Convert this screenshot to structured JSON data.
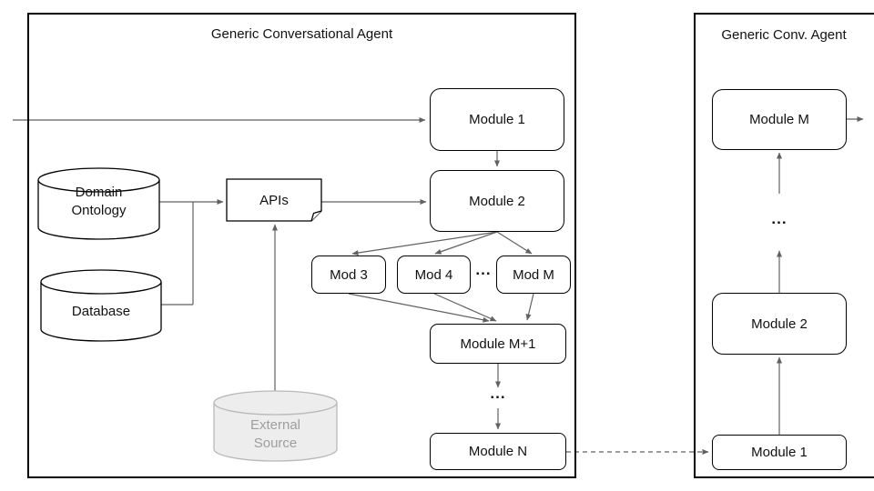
{
  "colors": {
    "connector": "#616161",
    "node_border": "#000000",
    "external_fill": "#ededed",
    "external_stroke": "#b9b9b9",
    "external_text": "#9e9e9e"
  },
  "left_panel": {
    "title": "Generic Conversational Agent",
    "module1": "Module 1",
    "module2": "Module 2",
    "mod3": "Mod 3",
    "mod4": "Mod 4",
    "modM": "Mod M",
    "row_ellipsis": "...",
    "moduleM1": "Module M+1",
    "flow_ellipsis": "...",
    "moduleN": "Module N",
    "domain_ontology": {
      "line1": "Domain",
      "line2": "Ontology"
    },
    "database": "Database",
    "apis": "APIs",
    "external_source": {
      "line1": "External",
      "line2": "Source"
    }
  },
  "right_panel": {
    "title": "Generic Conv. Agent",
    "moduleM": "Module M",
    "flow_ellipsis": "...",
    "module2": "Module 2",
    "module1": "Module 1"
  }
}
